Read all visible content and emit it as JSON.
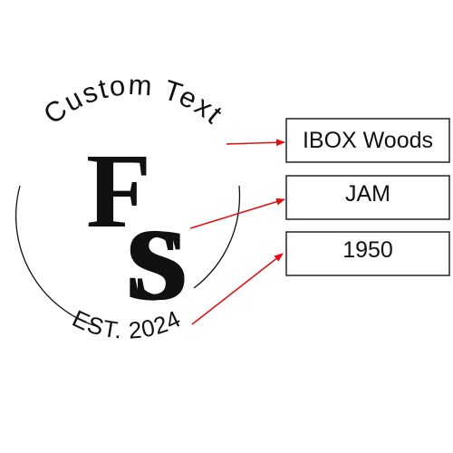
{
  "logo": {
    "arc_text_top": "Custom Text",
    "arc_text_bottom": "EST. 2024",
    "monogram": {
      "letter_1": "F",
      "letter_2": "S"
    }
  },
  "labels": [
    {
      "id": "business-name",
      "text": "IBOX Woods"
    },
    {
      "id": "initials",
      "text": "JAM"
    },
    {
      "id": "year",
      "text": "1950"
    }
  ],
  "colors": {
    "ink": "#111111",
    "arrow": "#e01010",
    "box_border": "#222222",
    "background": "#ffffff"
  }
}
